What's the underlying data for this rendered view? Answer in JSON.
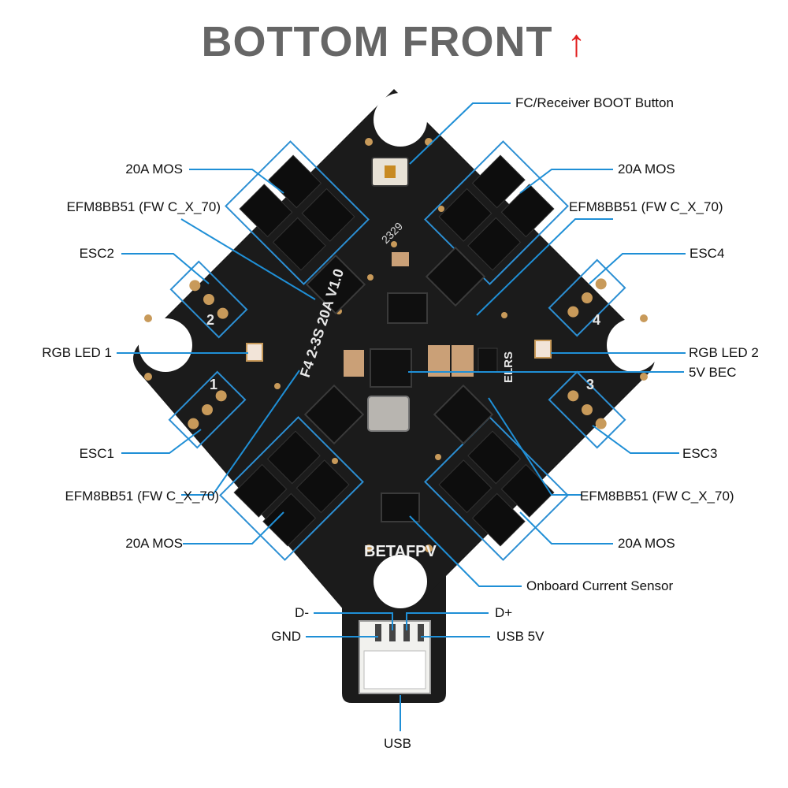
{
  "title": "BOTTOM FRONT",
  "title_arrow": "↑",
  "brand": "BETAFPV",
  "silk": {
    "board": "F4 2-3S 20A V1.0",
    "esc1": "1",
    "esc2": "2",
    "esc3": "3",
    "esc4": "4",
    "elrs": "ELRS",
    "code": "2329"
  },
  "labels": {
    "boot": "FC/Receiver BOOT Button",
    "mos_tl": "20A MOS",
    "efm_tl": "EFM8BB51 (FW  C_X_70)",
    "esc2": "ESC2",
    "rgb1": "RGB LED 1",
    "esc1": "ESC1",
    "efm_bl": "EFM8BB51 (FW  C_X_70)",
    "mos_bl": "20A MOS",
    "mos_tr": "20A MOS",
    "efm_tr": "EFM8BB51 (FW  C_X_70)",
    "esc4": "ESC4",
    "rgb2": "RGB LED 2",
    "bec": "5V BEC",
    "esc3": "ESC3",
    "efm_br": "EFM8BB51 (FW  C_X_70)",
    "mos_br": "20A MOS",
    "current": "Onboard Current Sensor",
    "dminus": "D-",
    "dplus": "D+",
    "gnd": "GND",
    "usb5v": "USB 5V",
    "usb": "USB"
  },
  "colors": {
    "board": "#1b1b1b",
    "callout": "#1f8fd6",
    "title": "#666666",
    "arrow": "#e01e1e",
    "pad": "#c89a5a"
  }
}
